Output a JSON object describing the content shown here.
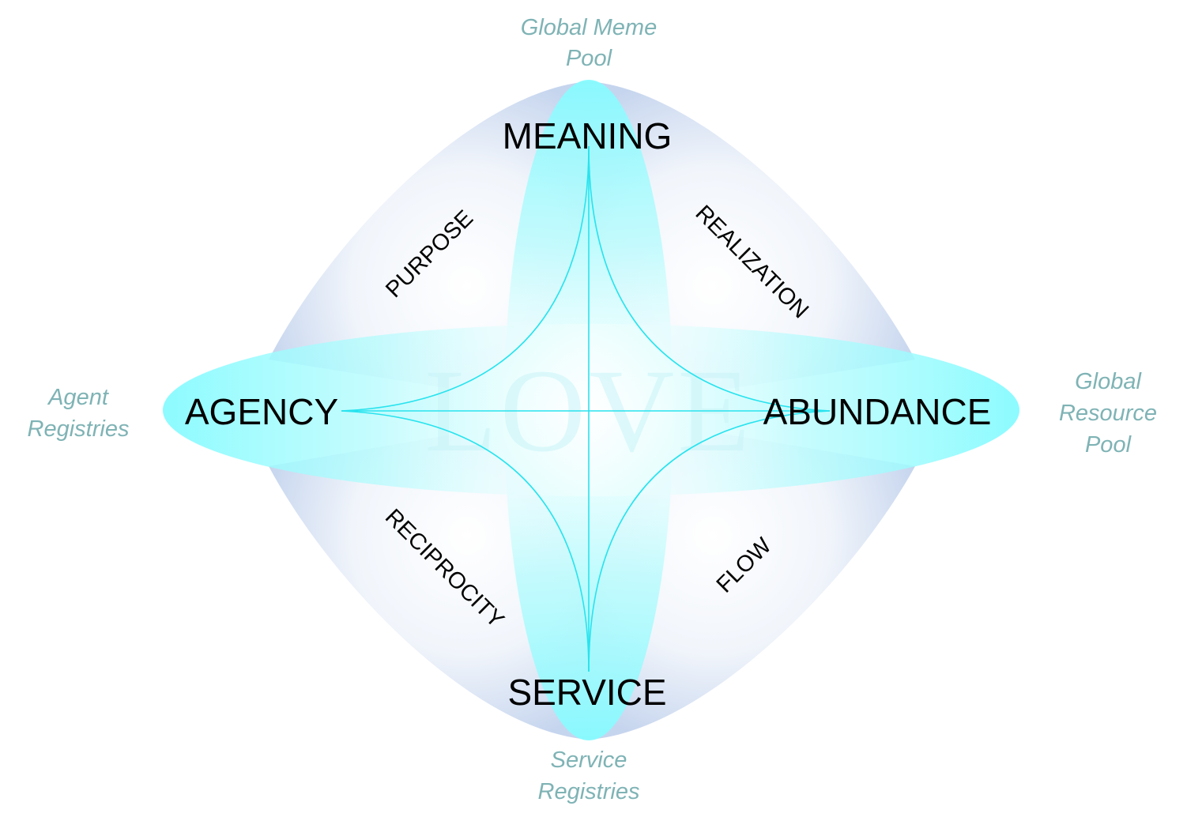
{
  "colors": {
    "ellipse": "#86fbff",
    "petal": "#c6d5ee",
    "lines": "#29e3ee",
    "outer_text": "#7fb3b5",
    "center_word": "#c9f4f8"
  },
  "center": {
    "word": "LOVE"
  },
  "nodes": {
    "top": "MEANING",
    "left": "AGENCY",
    "right": "ABUNDANCE",
    "bottom": "SERVICE"
  },
  "edges": {
    "top_left": "PURPOSE",
    "top_right": "REALIZATION",
    "bottom_left": "RECIPROCITY",
    "bottom_right": "FLOW"
  },
  "outer": {
    "top": [
      "Global Meme",
      "Pool"
    ],
    "left": [
      "Agent",
      "Registries"
    ],
    "right": [
      "Global",
      "Resource",
      "Pool"
    ],
    "bottom": [
      "Service",
      "Registries"
    ]
  }
}
